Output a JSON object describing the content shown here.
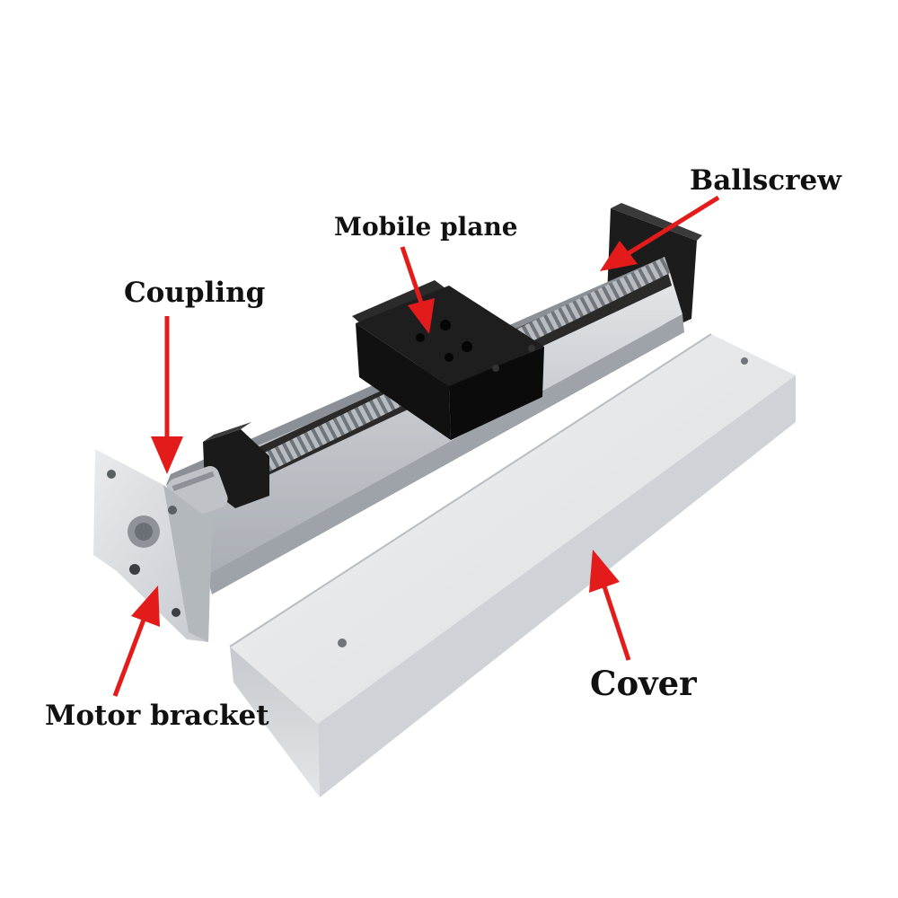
{
  "labels": {
    "ballscrew": "Ballscrew",
    "mobile_plane": "Mobile plane",
    "coupling": "Coupling",
    "cover": "Cover",
    "motor_bracket": "Motor bracket"
  },
  "colors": {
    "arrow": "#e31b1b",
    "rail": "#c9cdd2",
    "block": "#1a1a1a",
    "cover": "#d6d9dc",
    "screw": "#9aa0a6"
  }
}
